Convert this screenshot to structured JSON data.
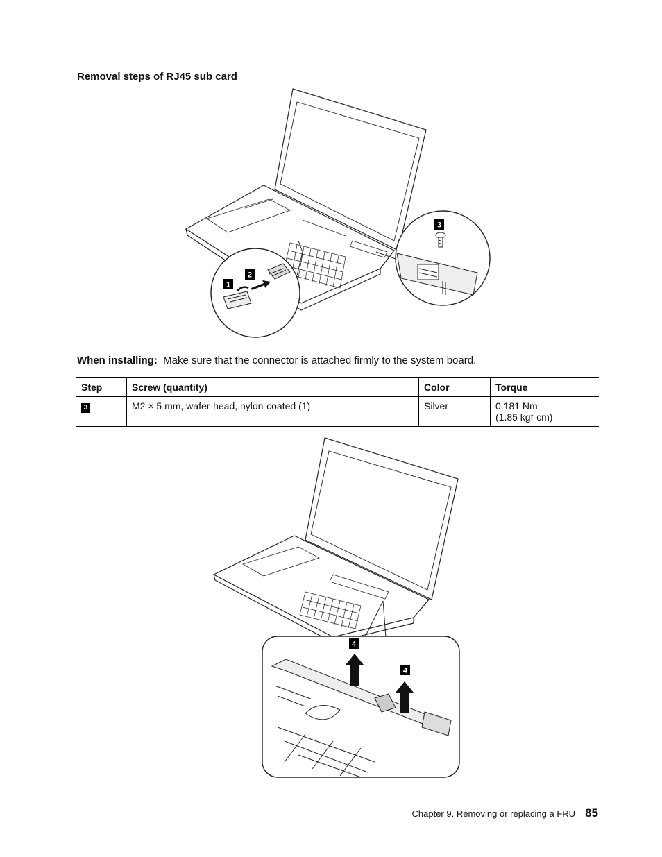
{
  "heading": "Removal steps of RJ45 sub card",
  "figure1": {
    "callouts": [
      "1",
      "2",
      "3"
    ]
  },
  "note": {
    "label": "When installing:",
    "text": "Make sure that the connector is attached firmly to the system board."
  },
  "table": {
    "headers": [
      "Step",
      "Screw (quantity)",
      "Color",
      "Torque"
    ],
    "rows": [
      {
        "step": "3",
        "screw": "M2 × 5 mm, wafer-head, nylon-coated (1)",
        "color": "Silver",
        "torque_line1": "0.181 Nm",
        "torque_line2": "(1.85 kgf-cm)"
      }
    ]
  },
  "figure2": {
    "callouts": [
      "4",
      "4"
    ]
  },
  "footer": {
    "chapter": "Chapter 9.  Removing or replacing a FRU",
    "page": "85"
  }
}
